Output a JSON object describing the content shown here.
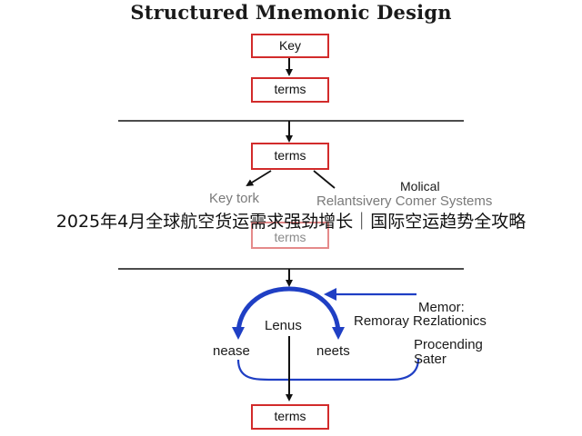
{
  "title": "Structured Mnemonic Design",
  "boxes": {
    "key": "Key",
    "terms_1": "terms",
    "terms_2": "terms",
    "terms_3": "terms",
    "terms_4": "terms"
  },
  "labels": {
    "key_tork": "Key tork",
    "molical": "Molical",
    "relantsivery": "Relantsivery Comer Systems",
    "lenus": "Lenus",
    "nease": "nease",
    "neets": "neets",
    "memor": "Memor:",
    "remoray": "Remoray Rezlationics",
    "procending": "Procending",
    "sater": "Sater"
  },
  "overlay_text": "2025年4月全球航空货运需求强劲增长｜国际空运趋势全攻略",
  "colors": {
    "box_border": "#d22b2b",
    "loop_blue": "#1f3fc4",
    "line": "#111111"
  }
}
